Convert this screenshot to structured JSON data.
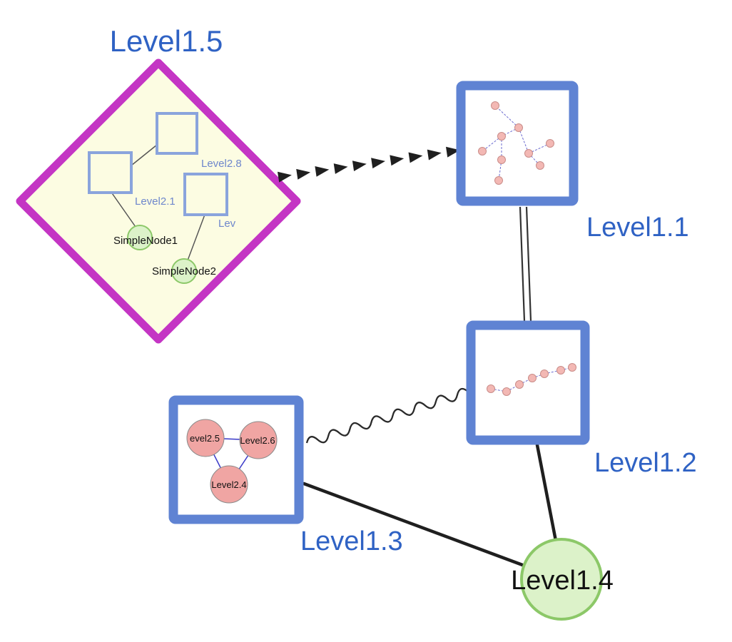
{
  "diagram": {
    "labels": {
      "level15": "Level1.5",
      "level11": "Level1.1",
      "level12": "Level1.2",
      "level13": "Level1.3",
      "level14": "Level1.4"
    },
    "group_level15": {
      "squares": [
        {
          "id": "level28",
          "label": "Level2.8"
        },
        {
          "id": "level21",
          "label": "Level2.1"
        },
        {
          "id": "lev",
          "label": "Lev"
        }
      ],
      "simple_nodes": [
        {
          "id": "simplenode1",
          "label": "SimpleNode1"
        },
        {
          "id": "simplenode2",
          "label": "SimpleNode2"
        }
      ],
      "edges": [
        [
          "Level2.1",
          "Level2.8"
        ],
        [
          "Level2.1",
          "SimpleNode1"
        ],
        [
          "Lev",
          "SimpleNode2"
        ]
      ]
    },
    "group_level13": {
      "circles": [
        {
          "id": "level25",
          "label": "evel2.5"
        },
        {
          "id": "level26",
          "label": "Level2.6"
        },
        {
          "id": "level24",
          "label": "Level2.4"
        }
      ],
      "edges": [
        [
          "evel2.5",
          "Level2.6"
        ],
        [
          "evel2.5",
          "Level2.4"
        ],
        [
          "Level2.6",
          "Level2.4"
        ]
      ]
    },
    "edges": [
      {
        "from": "Level1.5",
        "to": "Level1.1",
        "style": "dashed-arrow"
      },
      {
        "from": "Level1.1",
        "to": "Level1.2",
        "style": "double-line"
      },
      {
        "from": "Level1.3",
        "to": "Level1.2",
        "style": "wavy"
      },
      {
        "from": "Level1.3",
        "to": "Level1.4",
        "style": "solid"
      },
      {
        "from": "Level1.2",
        "to": "Level1.4",
        "style": "solid"
      }
    ],
    "colors": {
      "diamond_border": "#c435c4",
      "diamond_fill": "#fcfce2",
      "box_border": "#5f83d3",
      "box_fill": "#ffffff",
      "inner_square_border": "#8aa4dc",
      "green_fill": "#dcf2c9",
      "green_border": "#8cc868",
      "pink_fill": "#f0a5a3",
      "pink_border": "#8a8a8a",
      "mini_node_fill": "#f3b8b4",
      "mini_node_border": "#c98d89",
      "mini_edge": "#6b6bd0",
      "inner_edge_blue": "#3939c8",
      "label_blue": "#2f62c4",
      "inner_label_blue": "#6e87cc",
      "label_black": "#111111",
      "edge_black": "#1f1f1f"
    }
  }
}
